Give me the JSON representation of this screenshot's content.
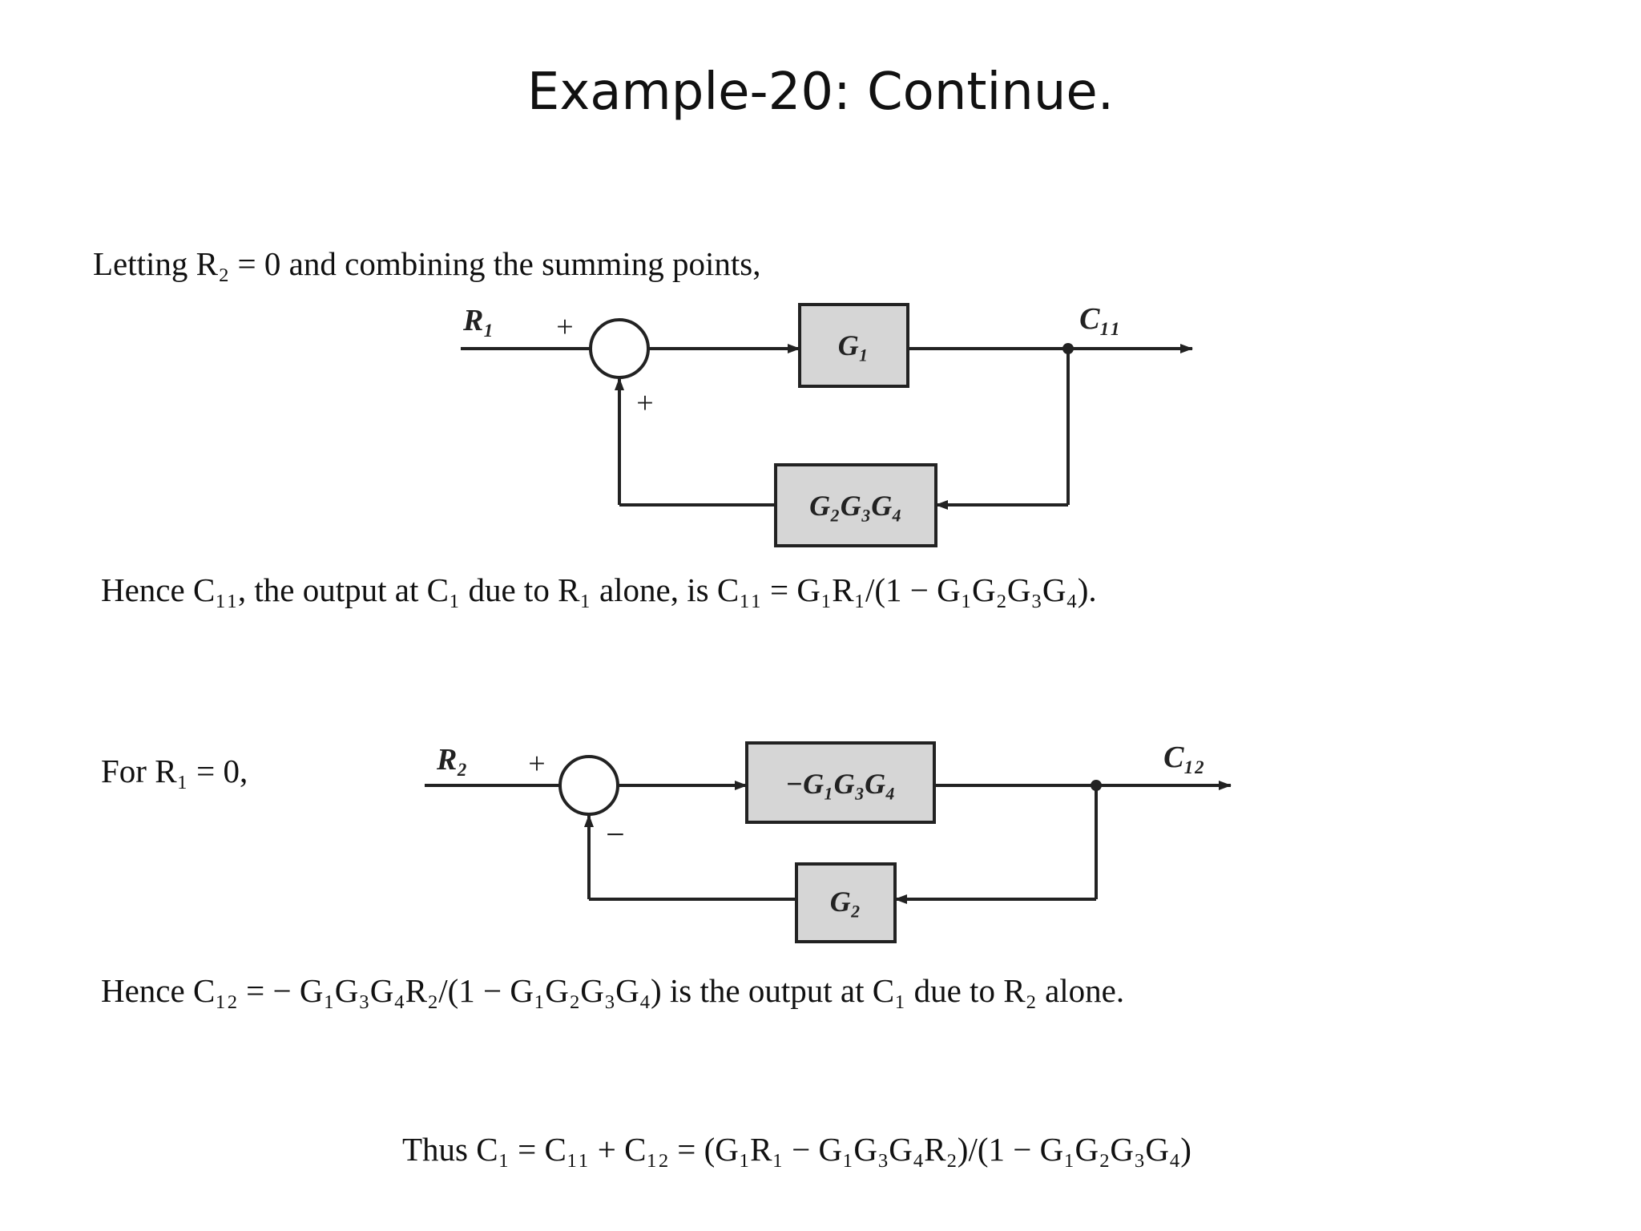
{
  "slide": {
    "title": "Example-20: Continue."
  },
  "section1": {
    "intro": "Letting R₂ = 0 and combining the summing points,",
    "result": "Hence C₁₁, the output at C₁ due to R₁ alone, is C₁₁ = G₁R₁/(1 − G₁G₂G₃G₄)."
  },
  "diagram1": {
    "input": "R₁",
    "forward_block": "G₁",
    "output": "C₁₁",
    "feedback_block": "G₂G₃G₄",
    "sign_input": "+",
    "sign_feedback": "+"
  },
  "section2": {
    "intro": "For R₁ = 0,",
    "result": "Hence C₁₂ = − G₁G₃G₄R₂/(1 − G₁G₂G₃G₄) is the output at C₁ due to R₂ alone."
  },
  "diagram2": {
    "input": "R₂",
    "forward_block": "−G₁G₃G₄",
    "output": "C₁₂",
    "feedback_block": "G₂",
    "sign_input": "+",
    "sign_feedback": "−"
  },
  "conclusion": "Thus C₁ = C₁₁ + C₁₂ = (G₁R₁ − G₁G₃G₄R₂)/(1 − G₁G₂G₃G₄)",
  "colors": {
    "block_fill": "#d6d6d6",
    "line": "#222222"
  }
}
